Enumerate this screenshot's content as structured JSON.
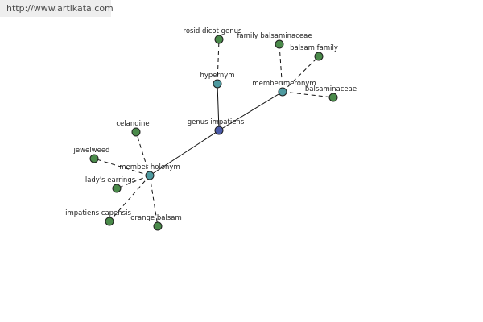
{
  "watermark": "http://www.artikata.com",
  "colors": {
    "root": "#4a5aa8",
    "relation": "#4e9aa0",
    "term": "#4a8a4a",
    "edge": "#111111"
  },
  "nodes": {
    "root": {
      "label": "genus impatiens",
      "kind": "root"
    },
    "hypernym": {
      "label": "hypernym",
      "kind": "relation"
    },
    "meronym": {
      "label": "member meronym",
      "kind": "relation"
    },
    "holonym": {
      "label": "member holonym",
      "kind": "relation"
    },
    "rosid": {
      "label": "rosid dicot genus",
      "kind": "term"
    },
    "famBals": {
      "label": "family balsaminaceae",
      "kind": "term"
    },
    "balsFam": {
      "label": "balsam family",
      "kind": "term"
    },
    "balsaminaceae": {
      "label": "balsaminaceae",
      "kind": "term"
    },
    "celandine": {
      "label": "celandine",
      "kind": "term"
    },
    "jewelweed": {
      "label": "jewelweed",
      "kind": "term"
    },
    "ladys": {
      "label": "lady's earrings",
      "kind": "term"
    },
    "capensis": {
      "label": "impatiens capensis",
      "kind": "term"
    },
    "orange": {
      "label": "orange balsam",
      "kind": "term"
    }
  },
  "edges": [
    {
      "from": "root",
      "to": "hypernym",
      "style": "solid"
    },
    {
      "from": "root",
      "to": "meronym",
      "style": "solid"
    },
    {
      "from": "root",
      "to": "holonym",
      "style": "solid"
    },
    {
      "from": "hypernym",
      "to": "rosid",
      "style": "dashed"
    },
    {
      "from": "meronym",
      "to": "famBals",
      "style": "dashed"
    },
    {
      "from": "meronym",
      "to": "balsFam",
      "style": "dashed"
    },
    {
      "from": "meronym",
      "to": "balsaminaceae",
      "style": "dashed"
    },
    {
      "from": "holonym",
      "to": "celandine",
      "style": "dashed"
    },
    {
      "from": "holonym",
      "to": "jewelweed",
      "style": "dashed"
    },
    {
      "from": "holonym",
      "to": "ladys",
      "style": "dashed"
    },
    {
      "from": "holonym",
      "to": "capensis",
      "style": "dashed"
    },
    {
      "from": "holonym",
      "to": "orange",
      "style": "dashed"
    }
  ]
}
